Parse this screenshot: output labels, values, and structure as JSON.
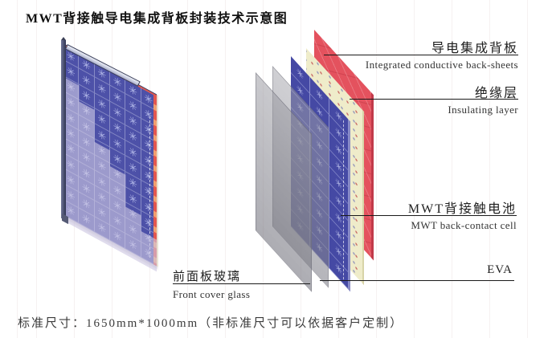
{
  "title": "MWT背接触导电集成背板封装技术示意图",
  "footer": "标准尺寸：1650mm*1000mm（非标准尺寸可以依据客户定制）",
  "assembled_panel": {
    "description": "assembled MWT module isometric view",
    "grid": {
      "rows": 11,
      "cols": 6,
      "pattern_glyph": "✳"
    }
  },
  "exploded_view": {
    "layers": [
      {
        "id": "front-glass",
        "zh": "前面板玻璃",
        "en": "Front cover glass",
        "color": "#a9a9b2"
      },
      {
        "id": "eva",
        "zh": "",
        "en": "EVA",
        "color": "#9e9ea8"
      },
      {
        "id": "cell",
        "zh": "MWT背接触电池",
        "en": "MWT back-contact cell",
        "color": "#4549a4",
        "grid": {
          "rows": 10,
          "cols": 3,
          "pattern_glyph": "✳"
        }
      },
      {
        "id": "insulating",
        "zh": "绝缘层",
        "en": "Insulating layer",
        "color": "#efecca"
      },
      {
        "id": "backsheet",
        "zh": "导电集成背板",
        "en": "Integrated conductive back-sheets",
        "color": "#e4525e"
      }
    ]
  },
  "colors": {
    "backsheet_red": "#e4525e",
    "insulating_cream": "#efecca",
    "cell_blue": "#4549a4",
    "glass_gray": "#a9a9b2",
    "panel_blue": "#4d51a8",
    "leader_line": "#1a1a1a",
    "background": "#ffffff"
  }
}
